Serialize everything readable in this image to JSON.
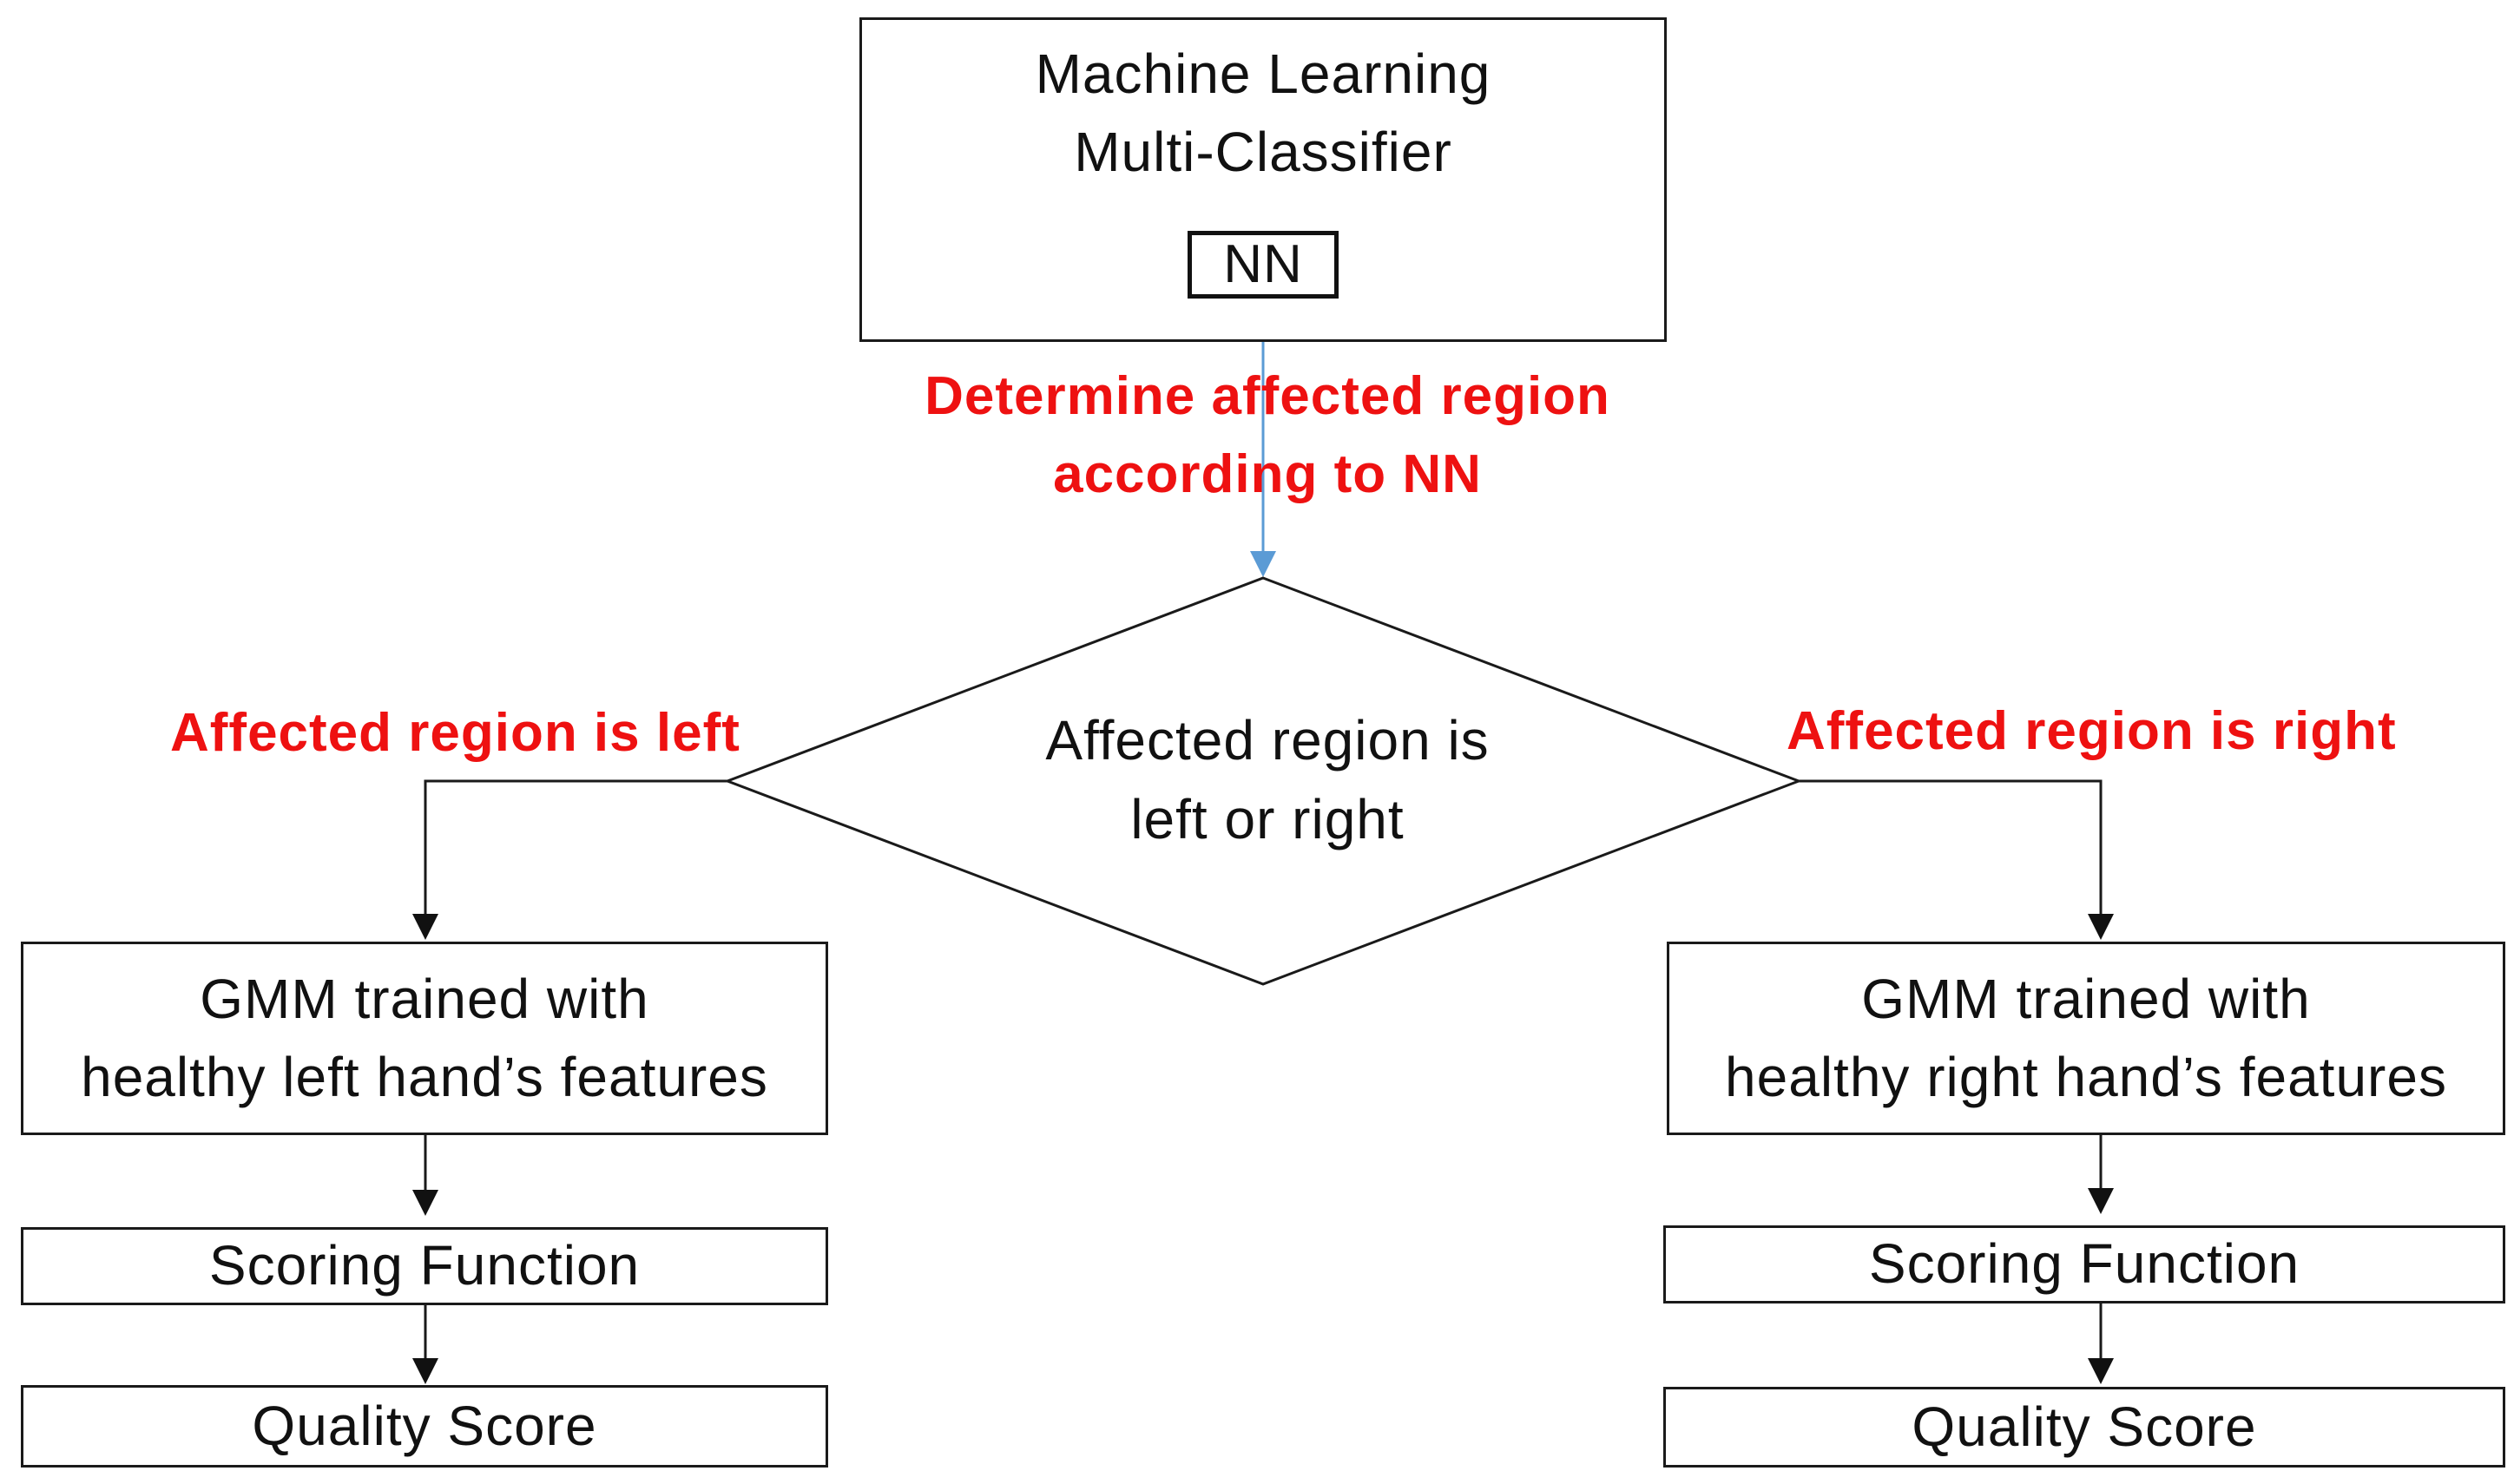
{
  "diagram": {
    "classifier": {
      "line1": "Machine Learning",
      "line2": "Multi-Classifier",
      "inner_label": "NN"
    },
    "edge_label": {
      "line1": "Determine affected region",
      "line2": "according to  NN"
    },
    "decision": {
      "line1": "Affected region is",
      "line2": "left or right"
    },
    "branch_left": {
      "label": "Affected region is left",
      "gmm_line1": "GMM trained with",
      "gmm_line2": "healthy left hand’s features",
      "scoring": "Scoring Function",
      "quality": "Quality Score"
    },
    "branch_right": {
      "label": "Affected region is right",
      "gmm_line1": "GMM trained with",
      "gmm_line2": "healthy right hand’s features",
      "scoring": "Scoring Function",
      "quality": "Quality Score"
    },
    "colors": {
      "label_red": "#ee1111",
      "top_arrow_blue": "#5b9bd5",
      "stroke": "#1a1a1a"
    }
  }
}
